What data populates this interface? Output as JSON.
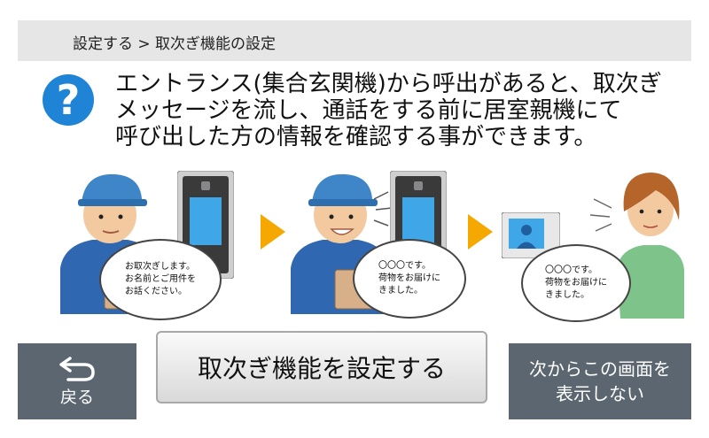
{
  "breadcrumb": {
    "text": "設定する > 取次ぎ機能の設定"
  },
  "info": {
    "lines": [
      "エントランス(集合玄関機)から呼出があると、取次ぎ",
      "メッセージを流し、通話をする前に居室親機にて",
      "呼び出した方の情報を確認する事ができます。"
    ]
  },
  "illustration": {
    "bubble1": [
      "お取次ぎします。",
      "お名前とご用件を",
      "お話ください。"
    ],
    "bubble2": [
      "〇〇〇です。",
      "荷物をお届けに",
      "きました。"
    ],
    "bubble3": [
      "〇〇〇です。",
      "荷物をお届けに",
      "きました。"
    ]
  },
  "buttons": {
    "back_label": "戻る",
    "main_label": "取次ぎ機能を設定する",
    "skip_line1": "次からこの画面を",
    "skip_line2": "表示しない"
  },
  "colors": {
    "accent": "#1f84d6",
    "arrow": "#f5a800",
    "button_dark": "#5b6670",
    "header_bg": "#e6e6e6"
  },
  "icons": [
    "question-icon",
    "back-arrow-icon",
    "right-arrow-icon"
  ]
}
